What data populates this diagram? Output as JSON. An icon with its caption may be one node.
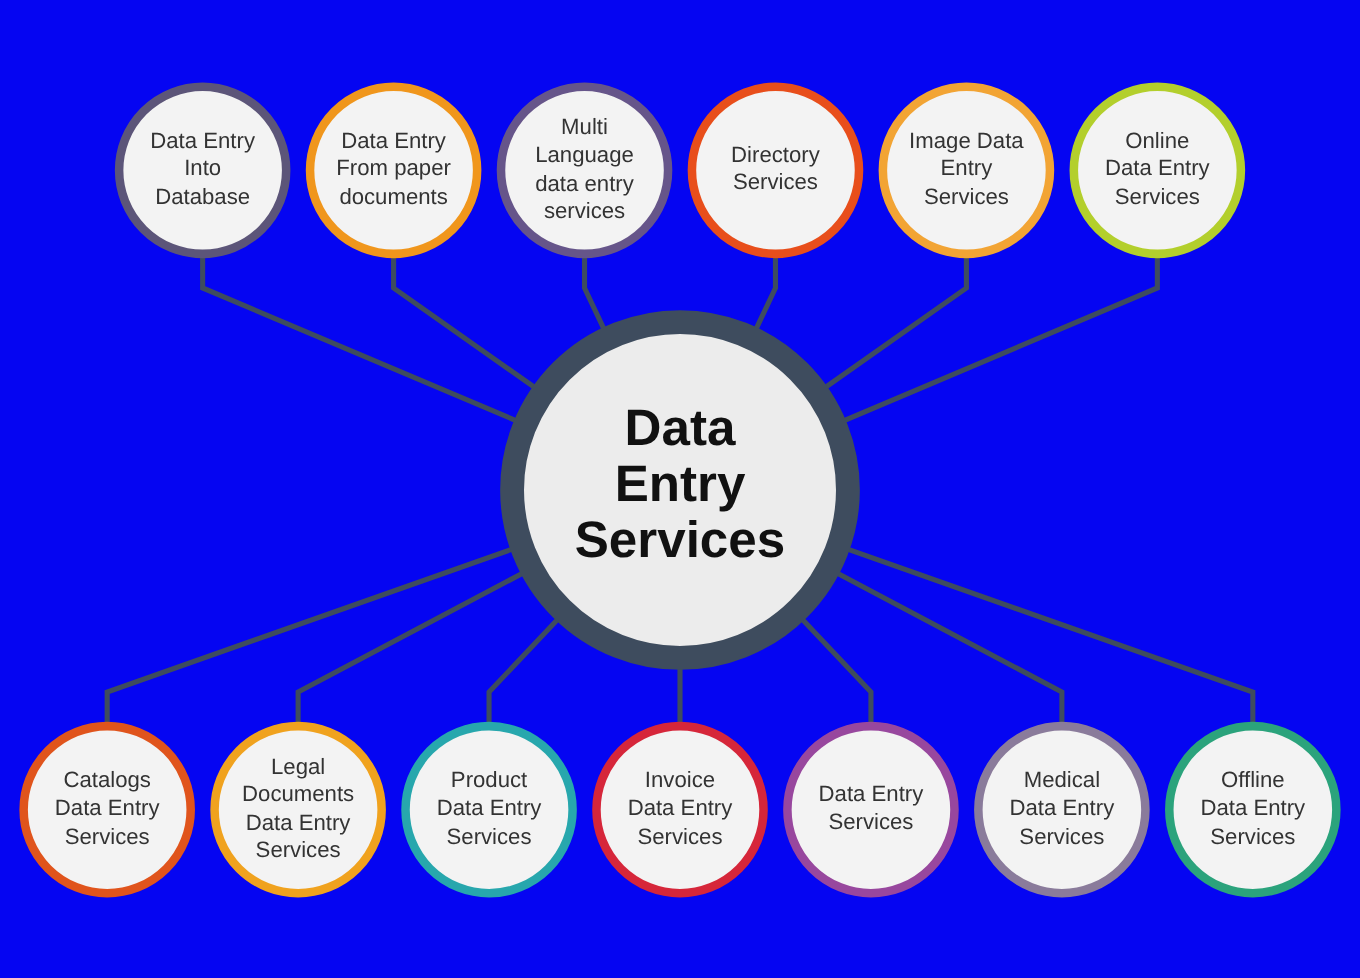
{
  "diagram": {
    "nodes": [
      {
        "text": [
          "Data Entry Services"
        ]
      },
      {
        "text": [
          "Data Entry Into Database"
        ]
      },
      {
        "text": [
          "Data Entry From paper documents"
        ]
      },
      {
        "text": [
          "Multi Language data entry services"
        ]
      },
      {
        "text": [
          "Directory Services"
        ]
      },
      {
        "text": [
          "Image Data Entry Services"
        ]
      },
      {
        "text": [
          "Online Data Entry Services"
        ]
      },
      {
        "text": [
          "Catalogs Data Entry Services"
        ]
      },
      {
        "text": [
          "Legal Documents Data Entry Services"
        ]
      },
      {
        "text": [
          "Product Data Entry Services"
        ]
      },
      {
        "text": [
          "Invoice Data Entry Services"
        ]
      },
      {
        "text": [
          "Data Entry Services"
        ]
      },
      {
        "text": [
          "Medical Data Entry Services"
        ]
      },
      {
        "text": [
          "Offline Data Entry Services"
        ]
      }
    ],
    "edges": [
      {
        "from": 1,
        "to": 0,
        "arrow": "none"
      },
      {
        "from": 2,
        "to": 0,
        "arrow": "none"
      },
      {
        "from": 3,
        "to": 0,
        "arrow": "none"
      },
      {
        "from": 4,
        "to": 0,
        "arrow": "none"
      },
      {
        "from": 5,
        "to": 0,
        "arrow": "none"
      },
      {
        "from": 6,
        "to": 0,
        "arrow": "none"
      },
      {
        "from": 0,
        "to": 7,
        "arrow": "none"
      },
      {
        "from": 0,
        "to": 8,
        "arrow": "none"
      },
      {
        "from": 0,
        "to": 9,
        "arrow": "none"
      },
      {
        "from": 0,
        "to": 10,
        "arrow": "none"
      },
      {
        "from": 0,
        "to": 11,
        "arrow": "none"
      },
      {
        "from": 0,
        "to": 12,
        "arrow": "none"
      },
      {
        "from": 0,
        "to": 13,
        "arrow": "none"
      }
    ]
  }
}
